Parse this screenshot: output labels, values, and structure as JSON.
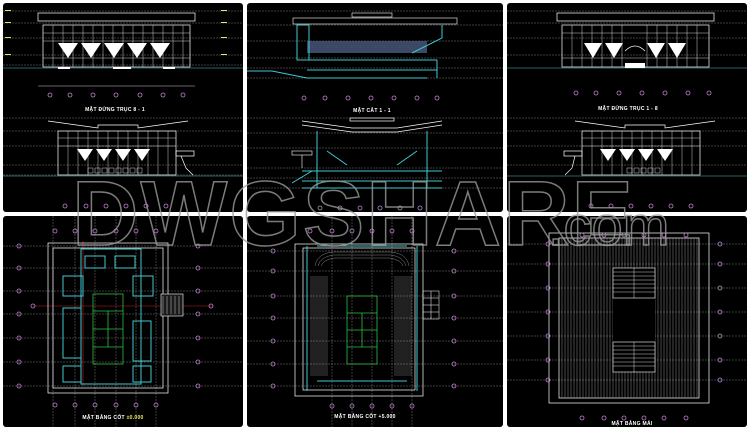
{
  "layout": {
    "columns": 3,
    "rows": 2,
    "gutter_color": "#ffffff",
    "panel_bg": "#000000"
  },
  "colors": {
    "line_white": "#ffffff",
    "grid_gray": "#9a9a9a",
    "cyan_wall": "#40c8d0",
    "axis_bubble": "#c080d0",
    "court_green": "#2ec040",
    "red_axis": "#c02020",
    "level_yellow": "#e8e860",
    "watermark": "#9a9a9a"
  },
  "panels": [
    {
      "id": "elev-8-1",
      "type": "elevations",
      "captions": [
        {
          "text": "MẶT ĐỨNG TRỤC 8 - 1"
        }
      ]
    },
    {
      "id": "section-1-1",
      "type": "sections",
      "captions": [
        {
          "text": "MẶT CẮT 1 - 1"
        }
      ]
    },
    {
      "id": "elev-1-8",
      "type": "elevations",
      "captions": [
        {
          "text": "MẶT ĐỨNG TRỤC 1 - 8"
        }
      ]
    },
    {
      "id": "plan-0000",
      "type": "floor-plan",
      "captions": [
        {
          "text": "MẶT BẰNG CỐT",
          "level": "±0.000"
        }
      ]
    },
    {
      "id": "plan-5000",
      "type": "floor-plan-stands",
      "captions": [
        {
          "text": "MẶT BẰNG CỐT +5.000"
        }
      ]
    },
    {
      "id": "roof-plan",
      "type": "roof-plan",
      "captions": [
        {
          "text": "MẶT BẰNG MÁI"
        }
      ]
    }
  ],
  "watermark": {
    "text": "DWGSHARE",
    "suffix": ".com"
  }
}
